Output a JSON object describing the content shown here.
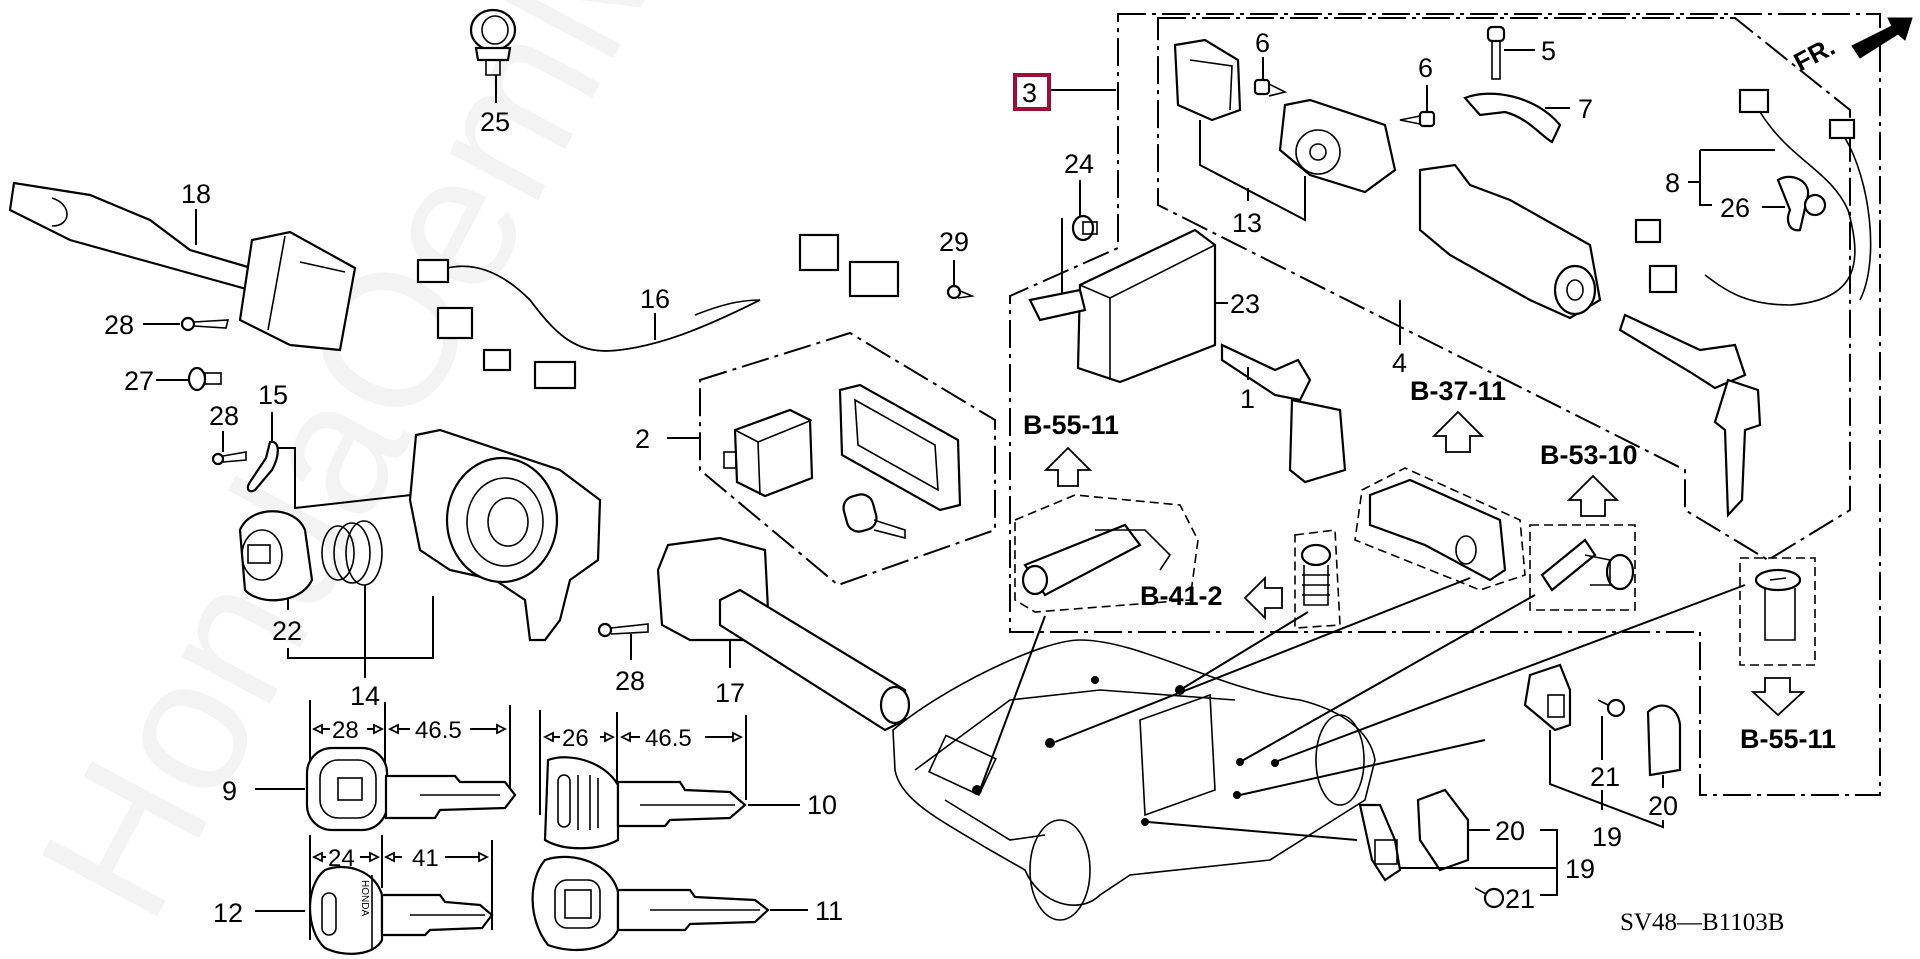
{
  "diagram": {
    "title_code": "SV48—B1103B",
    "direction_label": "FR.",
    "watermark": "HondaOemMine.ru",
    "highlight_color": "#9b0e37",
    "highlighted_callout": "3",
    "callouts": {
      "c1": "1",
      "c2": "2",
      "c3": "3",
      "c4": "4",
      "c5": "5",
      "c6a": "6",
      "c6b": "6",
      "c7": "7",
      "c8": "8",
      "c9": "9",
      "c10": "10",
      "c11": "11",
      "c12": "12",
      "c13": "13",
      "c14": "14",
      "c15": "15",
      "c16": "16",
      "c17": "17",
      "c18": "18",
      "c19a": "19",
      "c19b": "19",
      "c20a": "20",
      "c20b": "20",
      "c21a": "21",
      "c21b": "21",
      "c22": "22",
      "c23": "23",
      "c24": "24",
      "c25": "25",
      "c26": "26",
      "c27": "27",
      "c28a": "28",
      "c28b": "28",
      "c28c": "28",
      "c29": "29"
    },
    "references": {
      "r1": "B-55-11",
      "r2": "B-37-11",
      "r3": "B-53-10",
      "r4": "B-41-2",
      "r5": "B-55-11"
    },
    "key_dimensions": {
      "key9": {
        "head": "28",
        "blade": "46.5"
      },
      "key10": {
        "head": "26",
        "blade": "46.5"
      },
      "key12": {
        "head": "24",
        "blade": "41"
      }
    },
    "key_head_text": "HONDA"
  }
}
